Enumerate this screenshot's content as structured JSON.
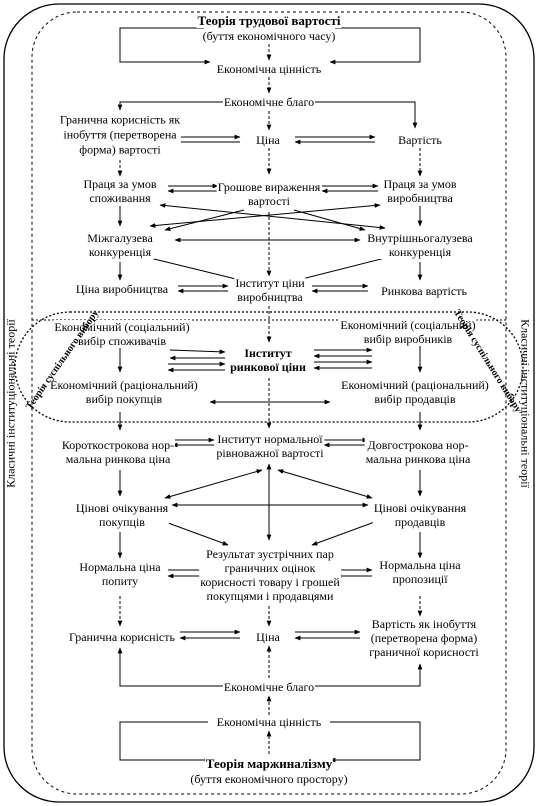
{
  "nodes": {
    "top_title": "Теорія трудової вартості",
    "top_sub": "(буття економічного часу)",
    "econ_value_top": "Економічна цінність",
    "econ_good_top": "Економічне благо",
    "marg_utility_line1": "Гранична корисність як",
    "marg_utility_line2": "інобуття (перетворена",
    "marg_utility_line3": "форма) вартості",
    "price_top": "Ціна",
    "value_top": "Вартість",
    "labor_cons_1": "Праця за умов",
    "labor_cons_2": "споживання",
    "money_expr_1": "Грошове вираження",
    "money_expr_2": "вартості",
    "labor_prod_1": "Праця за умов",
    "labor_prod_2": "виробництва",
    "inter_comp_1": "Міжгалузева",
    "inter_comp_2": "конкуренція",
    "intra_comp_1": "Внутрішньогалузева",
    "intra_comp_2": "конкуренція",
    "prod_price": "Ціна виробництва",
    "inst_price_1": "Інститут ціни",
    "inst_price_2": "виробництва",
    "market_value": "Ринкова вартість",
    "econ_choice_cons_1": "Економічний (соціальний)",
    "econ_choice_cons_2": "вибір споживачів",
    "econ_choice_prod_1": "Економічний (соціальний)",
    "econ_choice_prod_2": "вибір виробників",
    "inst_market_1": "Інститут",
    "inst_market_2": "ринкової ціни",
    "rat_choice_buy_1": "Економічний (раціональний)",
    "rat_choice_buy_2": "вибір покупців",
    "rat_choice_sell_1": "Економічний (раціональний)",
    "rat_choice_sell_2": "вибір продавців",
    "short_price_1": "Короткострокова нор-",
    "short_price_2": "мальна ринкова ціна",
    "inst_normal_1": "Інститут нормальної",
    "inst_normal_2": "рівноважної вартості",
    "long_price_1": "Довгострокова нор-",
    "long_price_2": "мальна ринкова ціна",
    "exp_buy_1": "Цінові очікування",
    "exp_buy_2": "покупців",
    "exp_sell_1": "Цінові очікування",
    "exp_sell_2": "продавців",
    "result_1": "Результат зустрічних пар",
    "result_2": "граничних оцінок",
    "result_3": "корисності товару і грошей",
    "result_4": "покупцями і продавцями",
    "norm_demand_1": "Нормальна ціна",
    "norm_demand_2": "попиту",
    "norm_supply_1": "Нормальна ціна",
    "norm_supply_2": "пропозиції",
    "marg_util_bot": "Гранична корисність",
    "price_bot": "Ціна",
    "value_inob_1": "Вартість як інобуття",
    "value_inob_2": "(перетворена форма)",
    "value_inob_3": "граничної корисності",
    "econ_good_bot": "Економічне благо",
    "econ_value_bot": "Економічна цінність",
    "bottom_title": "Теорія маржиналізму",
    "bottom_sub": "(буття економічного простору)"
  },
  "side_labels": {
    "left": "Класичні інституціональні теорії",
    "right": "Класичні інституціональні теорії",
    "arc_left": "Теорія суспільного вибору",
    "arc_right": "Теорія суспільного вибору"
  }
}
